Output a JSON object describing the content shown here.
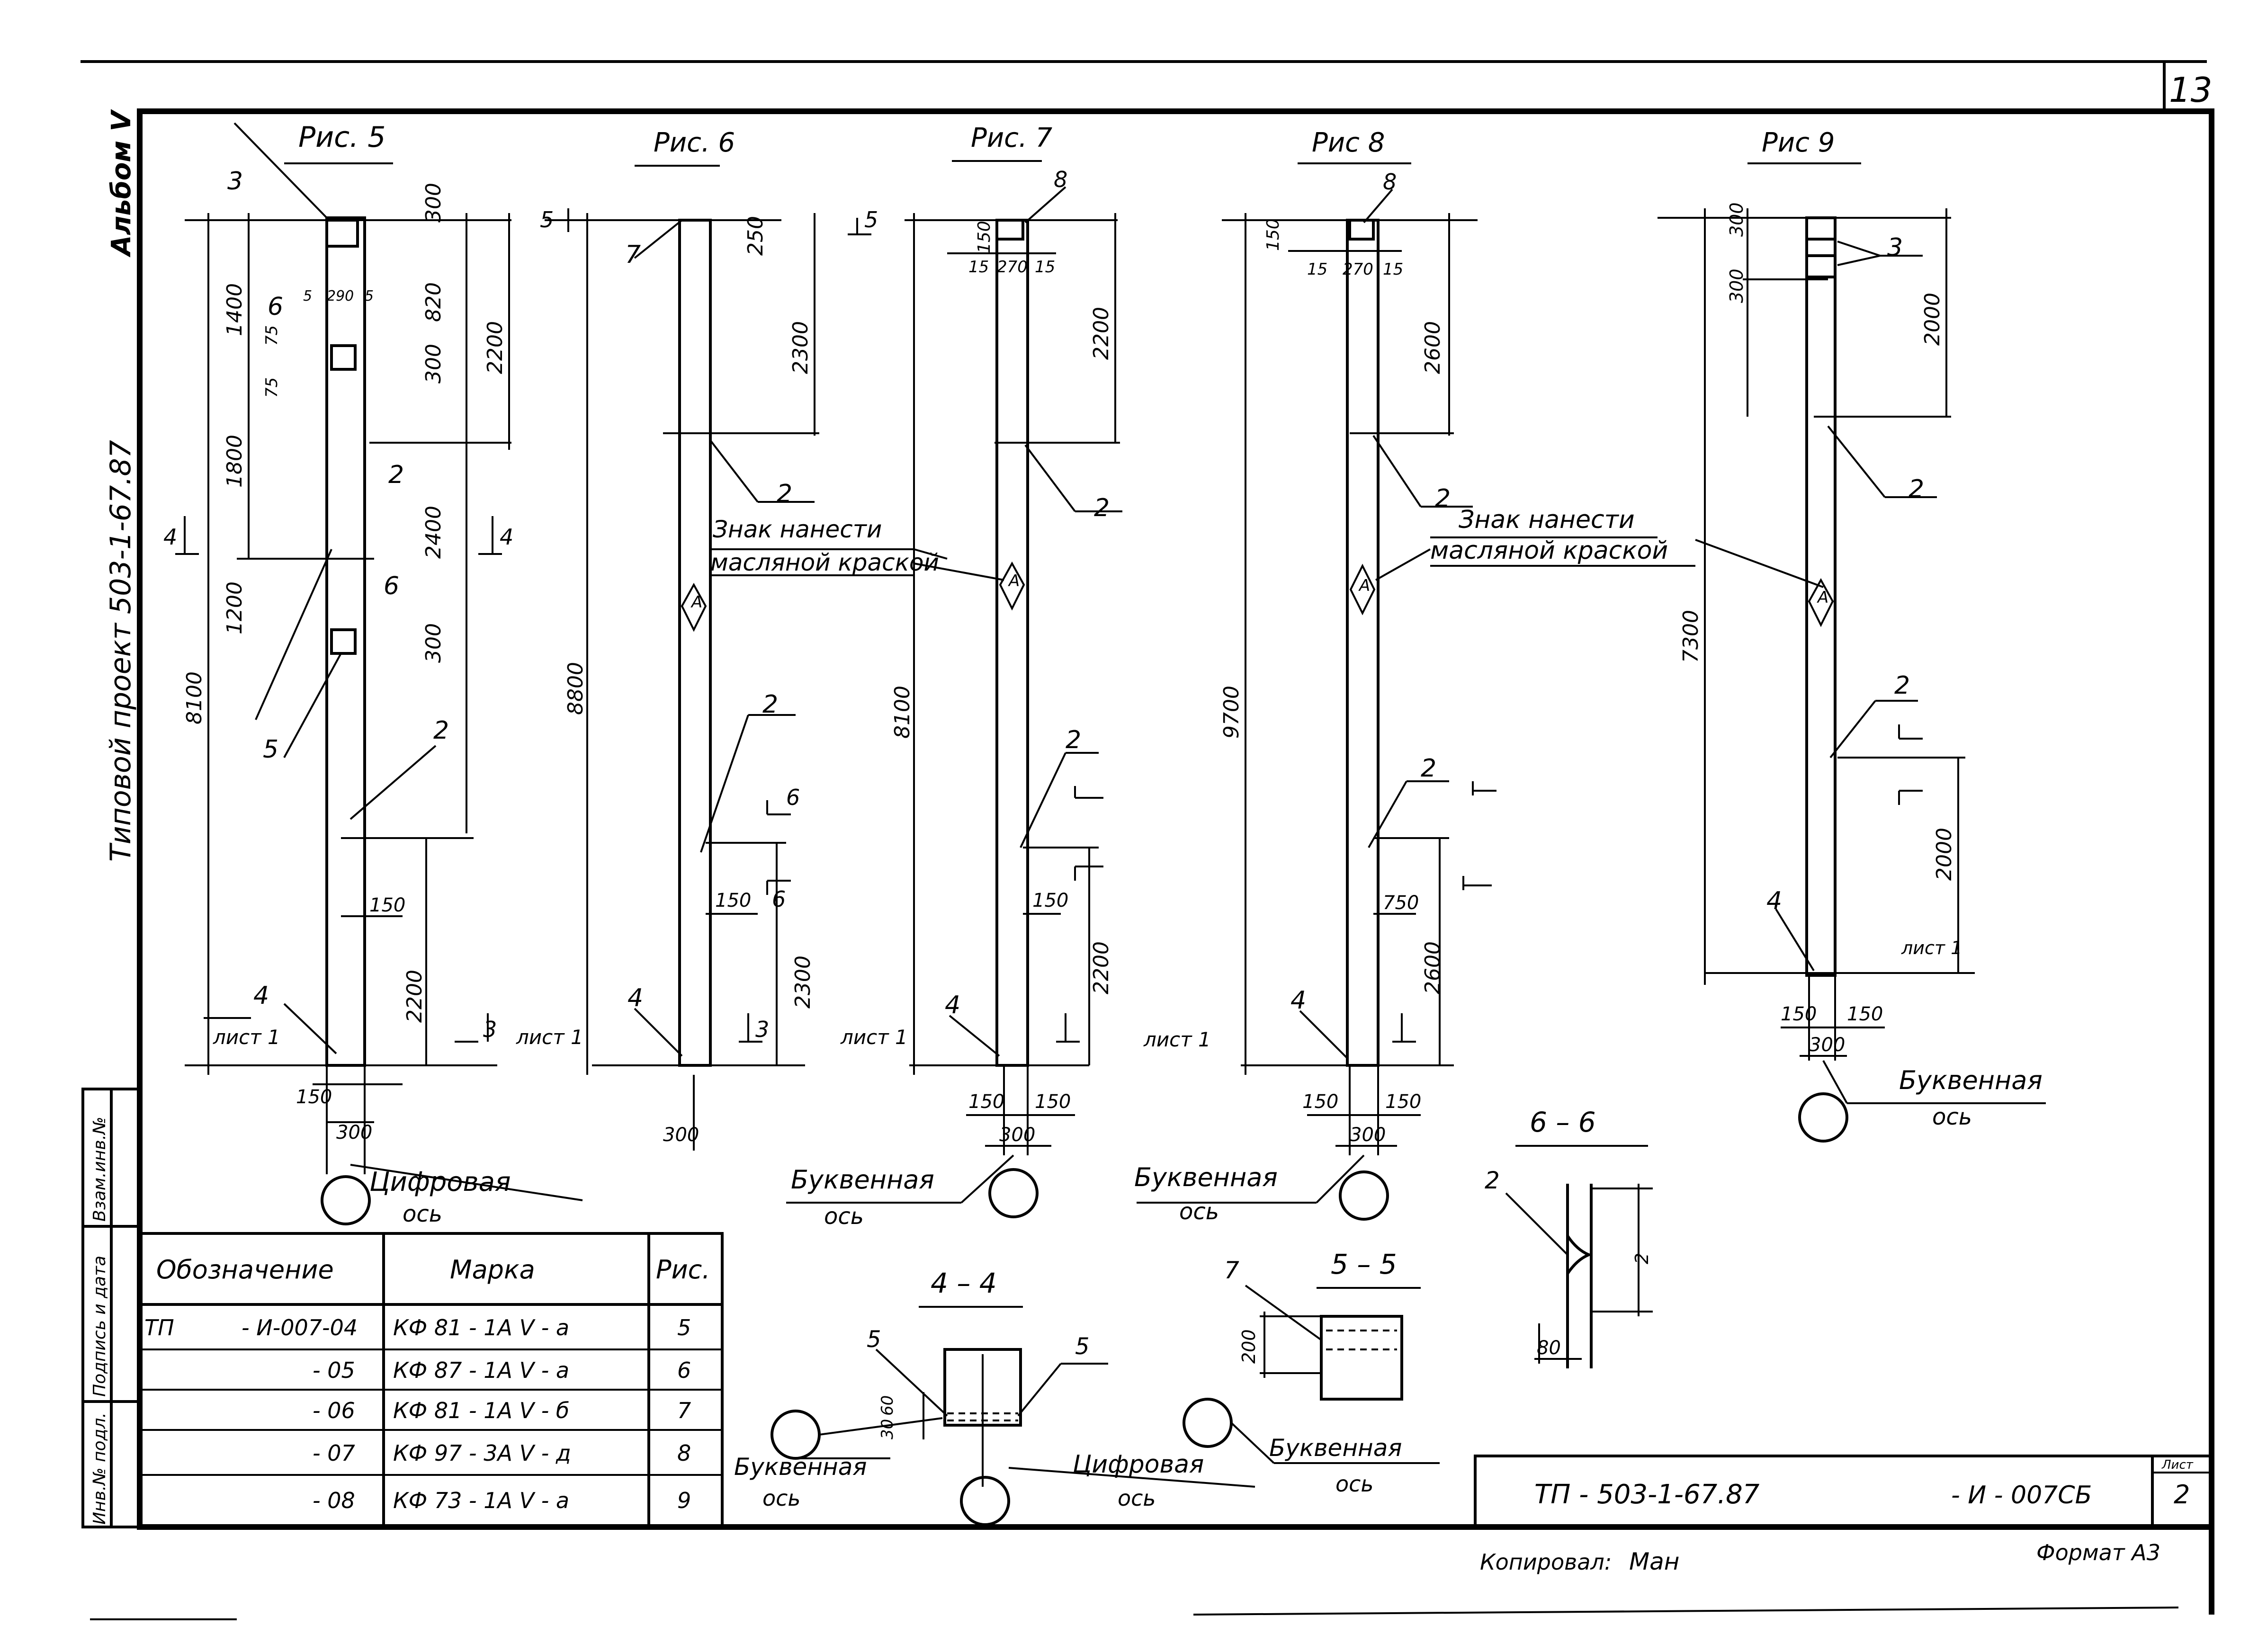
{
  "sheet_number": "13",
  "left_margin": {
    "album": "Альбом V",
    "project": "Типовой проект 503-1-67.87",
    "stamp_fields": [
      "Инв.№ подл.",
      "Подпись и дата",
      "Взам.инв.№"
    ]
  },
  "figures": {
    "fig5": {
      "title": "Рис. 5",
      "dims": [
        "300",
        "820",
        "300",
        "2200",
        "1400",
        "75",
        "75",
        "1800",
        "2400",
        "1200",
        "300",
        "8100",
        "2200",
        "150",
        "150",
        "300"
      ],
      "callouts": [
        "3",
        "6",
        "2",
        "6",
        "5",
        "2",
        "4"
      ],
      "small": [
        "5",
        "290",
        "5"
      ]
    },
    "fig6": {
      "title": "Рис. 6",
      "dims": [
        "250",
        "2300",
        "8800",
        "150",
        "2300",
        "300"
      ],
      "callouts": [
        "7",
        "2",
        "2",
        "4"
      ]
    },
    "fig7": {
      "title": "Рис. 7",
      "dims": [
        "150",
        "15",
        "270",
        "15",
        "2200",
        "8100",
        "150",
        "2200",
        "150",
        "150",
        "300"
      ],
      "callouts": [
        "8",
        "2",
        "2",
        "4"
      ]
    },
    "fig8": {
      "title": "Рис 8",
      "dims": [
        "150",
        "15",
        "270",
        "15",
        "2600",
        "9700",
        "750",
        "2600",
        "150",
        "150",
        "300"
      ],
      "callouts": [
        "8",
        "2",
        "2",
        "4"
      ]
    },
    "fig9": {
      "title": "Рис 9",
      "dims": [
        "300",
        "300",
        "2000",
        "7300",
        "2000",
        "150",
        "150",
        "300"
      ],
      "callouts": [
        "3",
        "2",
        "2",
        "4"
      ]
    }
  },
  "notes": {
    "paint_mark_1": "Знак нанести",
    "paint_mark_2": "масляной краской",
    "marker_A": "A",
    "sheet_ref": "лист 1",
    "axis_digital": "Цифровая",
    "axis_letter": "Буквенная",
    "axis_word": "ось"
  },
  "sections": {
    "s44": {
      "title": "4 – 4",
      "dims": [
        "30",
        "60"
      ],
      "callouts": [
        "5",
        "5"
      ]
    },
    "s55": {
      "title": "5 – 5",
      "dims": [
        "200"
      ],
      "callouts": [
        "7"
      ]
    },
    "s66": {
      "title": "6 – 6",
      "dims": [
        "80",
        "2"
      ],
      "callouts": [
        "2"
      ]
    }
  },
  "section_marks": [
    "5",
    "5",
    "4",
    "4",
    "6",
    "6",
    "3",
    "3"
  ],
  "table": {
    "headers": [
      "Обозначение",
      "Марка",
      "Рис."
    ],
    "rows": [
      {
        "prefix": "ТП",
        "code": "- И-007-04",
        "mark": "КФ 81 - 1А V - а",
        "fig": "5"
      },
      {
        "prefix": "",
        "code": "- 05",
        "mark": "КФ 87 - 1А V - а",
        "fig": "6"
      },
      {
        "prefix": "",
        "code": "- 06",
        "mark": "КФ 81 - 1А V - б",
        "fig": "7"
      },
      {
        "prefix": "",
        "code": "- 07",
        "mark": "КФ 97 - 3А V - д",
        "fig": "8"
      },
      {
        "prefix": "",
        "code": "- 08",
        "mark": "КФ 73 - 1А V - а",
        "fig": "9"
      }
    ]
  },
  "title_block": {
    "code": "ТП - 503-1-67.87",
    "suffix": "- И - 007СБ",
    "sheet_label": "Лист",
    "sheet": "2",
    "copied_by": "Копировал:",
    "signature": "Ман",
    "format": "Формат А3"
  }
}
